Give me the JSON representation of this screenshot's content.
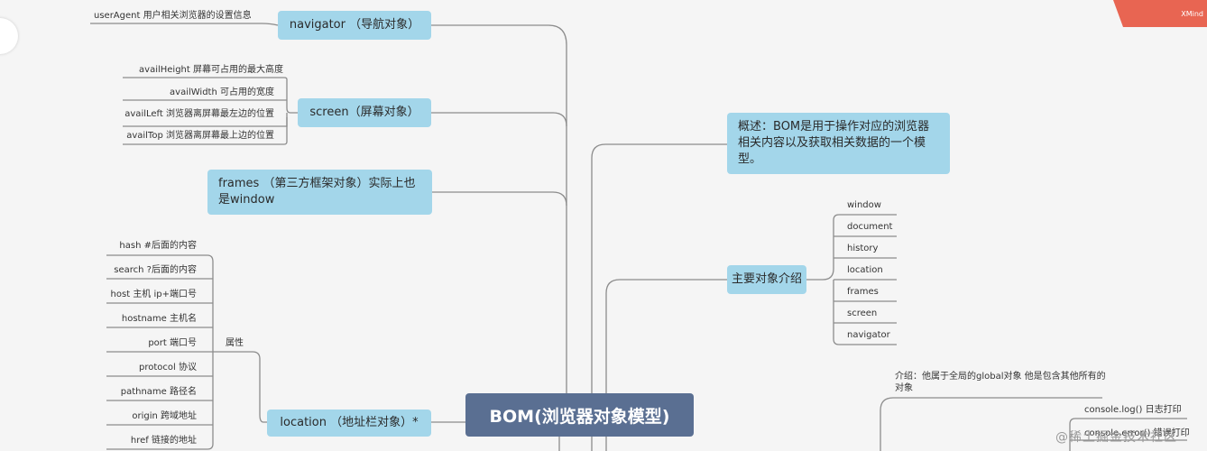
{
  "root": "BOM(浏览器对象模型)",
  "navigator": {
    "title": "navigator （导航对象）",
    "items": [
      "userAgent 用户相关浏览器的设置信息"
    ]
  },
  "screen": {
    "title": "screen（屏幕对象）",
    "items": [
      "availHeight 屏幕可占用的最大高度",
      "availWidth 可占用的宽度",
      "availLeft 浏览器离屏幕最左边的位置",
      "availTop 浏览器离屏幕最上边的位置"
    ]
  },
  "frames": {
    "title": "frames （第三方框架对象）实际上也是window"
  },
  "location": {
    "title": "location （地址栏对象）*",
    "attr_label": "属性",
    "items": [
      "hash #后面的内容",
      "search ?后面的内容",
      "host 主机 ip+端口号",
      "hostname 主机名",
      "port 端口号",
      "protocol 协议",
      "pathname 路径名",
      "origin 跨域地址",
      "href 链接的地址"
    ]
  },
  "overview": {
    "title": "概述：BOM是用于操作对应的浏览器相关内容以及获取相关数据的一个模型。"
  },
  "main_objects": {
    "title": "主要对象介绍",
    "items": [
      "window",
      "document",
      "history",
      "location",
      "frames",
      "screen",
      "navigator"
    ]
  },
  "window_intro": {
    "text": "介绍：他属于全局的global对象 他是包含其他所有的对象",
    "items": [
      "console.log() 日志打印",
      "console.error() 错误打印"
    ]
  },
  "brand": {
    "ribbon": "XMind",
    "watermark": "@稀土掘金技术社区"
  },
  "colors": {
    "node": "#a3d6ea",
    "root": "#5a6f92",
    "ribbon": "#e86552",
    "line": "#8c8c8c"
  }
}
